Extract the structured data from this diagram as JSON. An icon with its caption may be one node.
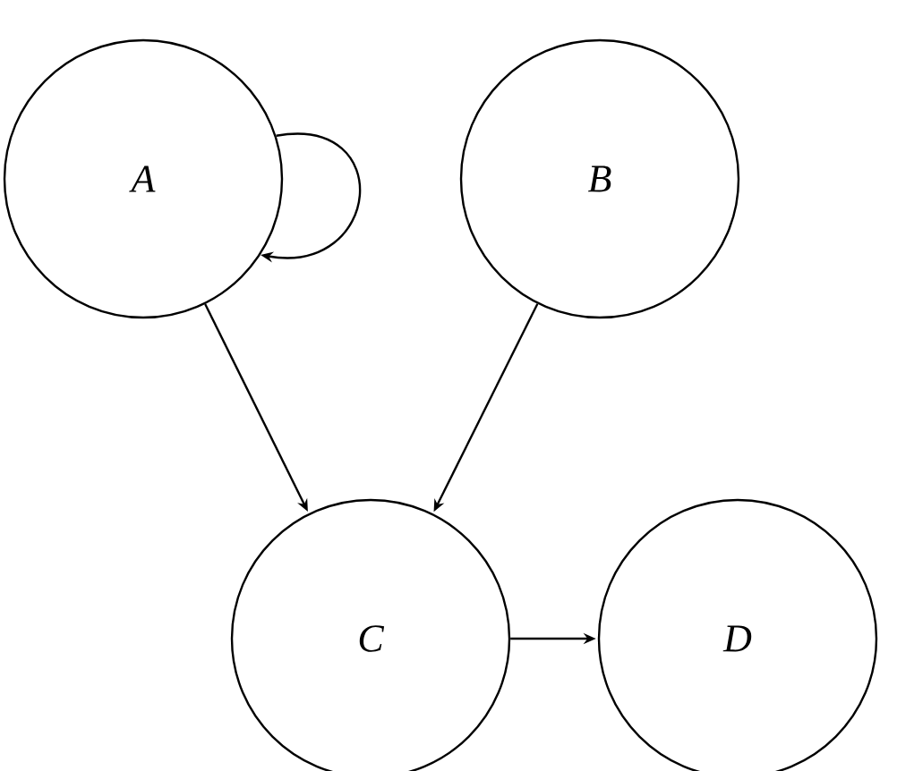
{
  "diagram": {
    "nodes": [
      {
        "text": [
          "A"
        ]
      },
      {
        "text": [
          "B"
        ]
      },
      {
        "text": [
          "C"
        ]
      },
      {
        "text": [
          "D"
        ]
      }
    ],
    "edges": [
      {
        "from": 0,
        "to": 0,
        "arrow": "to"
      },
      {
        "from": 0,
        "to": 2,
        "arrow": "to"
      },
      {
        "from": 1,
        "to": 2,
        "arrow": "to"
      },
      {
        "from": 2,
        "to": 3,
        "arrow": "to"
      }
    ]
  }
}
